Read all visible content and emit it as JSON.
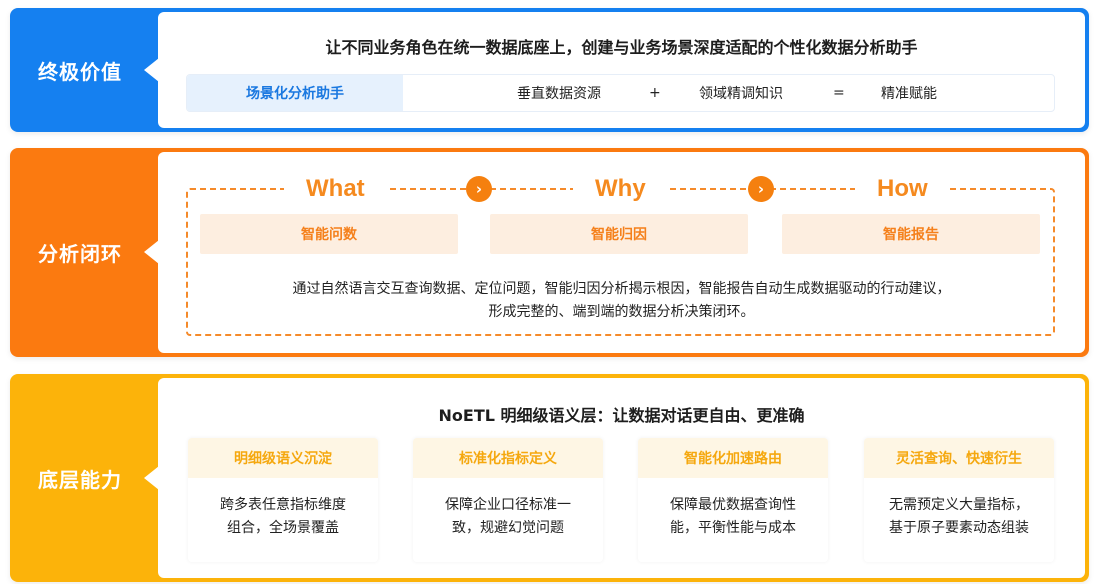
{
  "ultimate_value": {
    "label": "终极价值",
    "title": "让不同业务角色在统一数据底座上，创建与业务场景深度适配的个性化数据分析助手",
    "formula": {
      "highlight": "场景化分析助手",
      "term1": "垂直数据资源",
      "plus": "+",
      "term2": "领域精调知识",
      "equals": "=",
      "result": "精准赋能"
    },
    "color": "#1580f0"
  },
  "analysis_loop": {
    "label": "分析闭环",
    "steps": [
      {
        "name": "What",
        "pill": "智能问数"
      },
      {
        "name": "Why",
        "pill": "智能归因"
      },
      {
        "name": "How",
        "pill": "智能报告"
      }
    ],
    "arrow_icon": "chevron-right-circle-icon",
    "description_line1": "通过自然语言交互查询数据、定位问题，智能归因分析揭示根因，智能报告自动生成数据驱动的行动建议，",
    "description_line2": "形成完整的、端到端的数据分析决策闭环。",
    "color": "#fb7a10"
  },
  "base_capability": {
    "label": "底层能力",
    "title": "NoETL 明细级语义层：让数据对话更自由、更准确",
    "cards": [
      {
        "head": "明细级语义沉淀",
        "line1": "跨多表任意指标维度",
        "line2": "组合，全场景覆盖"
      },
      {
        "head": "标准化指标定义",
        "line1": "保障企业口径标准一",
        "line2": "致，规避幻觉问题"
      },
      {
        "head": "智能化加速路由",
        "line1": "保障最优数据查询性",
        "line2": "能，平衡性能与成本"
      },
      {
        "head": "灵活查询、快速衍生",
        "line1": "无需预定义大量指标，",
        "line2": "基于原子要素动态组装"
      }
    ],
    "color": "#fcb30a"
  }
}
